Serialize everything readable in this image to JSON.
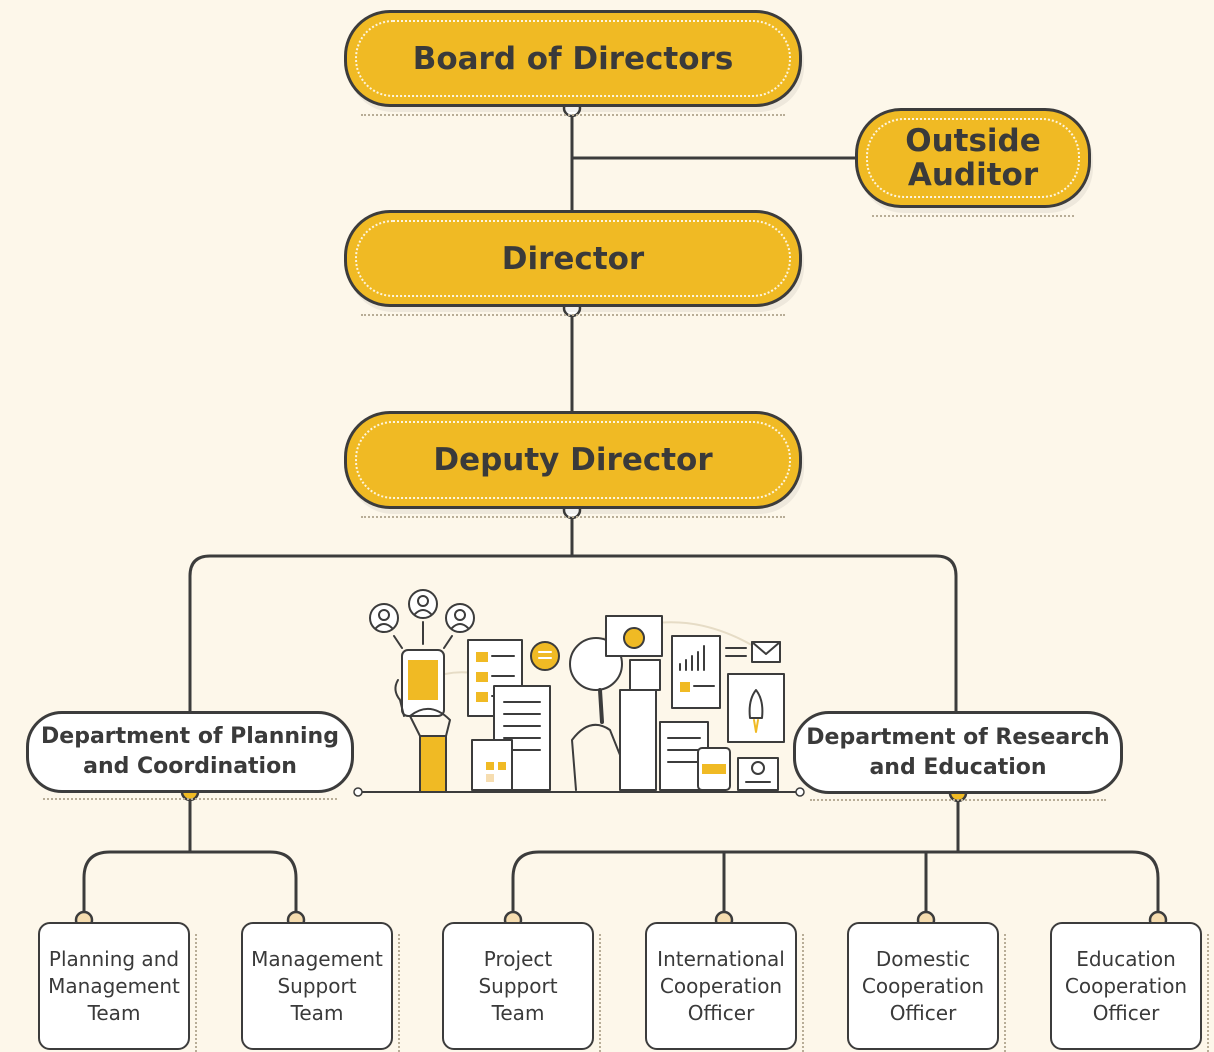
{
  "chart": {
    "board": "Board of Directors",
    "auditor": "Outside\nAuditor",
    "director": "Director",
    "deputy": "Deputy Director",
    "dept_planning": "Department of Planning\nand Coordination",
    "dept_research": "Department of Research\nand Education",
    "teams": [
      "Planning and\nManagement\nTeam",
      "Management\nSupport\nTeam",
      "Project\nSupport\nTeam",
      "International\nCooperation\nOfficer",
      "Domestic\nCooperation\nOfficer",
      "Education\nCooperation\nOfficer"
    ]
  },
  "colors": {
    "accent": "#f0ba24",
    "accent_light": "#f6ddb0",
    "line": "#3c3c3c",
    "background": "#fdf7ea"
  }
}
